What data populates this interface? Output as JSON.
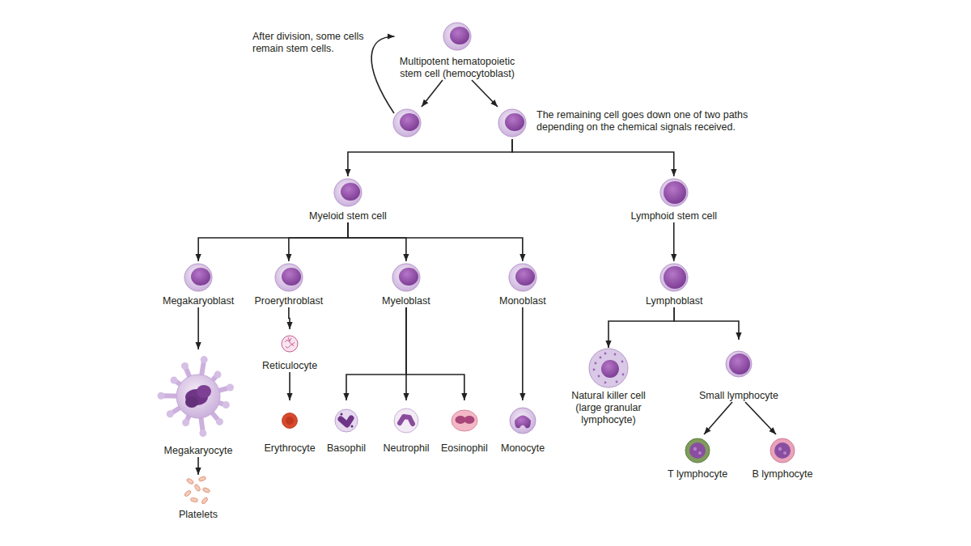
{
  "diagram": {
    "nodes": [
      {
        "text": [
          "Multipotent hematopoietic stem cell (hemocytoblast)"
        ]
      },
      {
        "text": []
      },
      {
        "text": []
      },
      {
        "text": [
          "Myeloid stem cell"
        ]
      },
      {
        "text": [
          "Lymphoid stem cell"
        ]
      },
      {
        "text": [
          "Megakaryoblast"
        ]
      },
      {
        "text": [
          "Proerythroblast"
        ]
      },
      {
        "text": [
          "Myeloblast"
        ]
      },
      {
        "text": [
          "Monoblast"
        ]
      },
      {
        "text": [
          "Lymphoblast"
        ]
      },
      {
        "text": [
          "Reticulocyte"
        ]
      },
      {
        "text": [
          "Natural killer cell (large granular lymphocyte)"
        ]
      },
      {
        "text": [
          "Small lymphocyte"
        ]
      },
      {
        "text": [
          "Megakaryocyte"
        ]
      },
      {
        "text": [
          "Erythrocyte"
        ]
      },
      {
        "text": [
          "Basophil"
        ]
      },
      {
        "text": [
          "Neutrophil"
        ]
      },
      {
        "text": [
          "Eosinophil"
        ]
      },
      {
        "text": [
          "Monocyte"
        ]
      },
      {
        "text": [
          "T lymphocyte"
        ]
      },
      {
        "text": [
          "B lymphocyte"
        ]
      },
      {
        "text": [
          "Platelets"
        ]
      }
    ],
    "edges": [
      {
        "from": 0,
        "to": 1,
        "arrow": "to"
      },
      {
        "from": 0,
        "to": 2,
        "arrow": "to"
      },
      {
        "from": 1,
        "to": 0,
        "arrow": "to"
      },
      {
        "from": 2,
        "to": 3,
        "arrow": "to"
      },
      {
        "from": 2,
        "to": 4,
        "arrow": "to"
      },
      {
        "from": 3,
        "to": 5,
        "arrow": "to"
      },
      {
        "from": 3,
        "to": 6,
        "arrow": "to"
      },
      {
        "from": 3,
        "to": 7,
        "arrow": "to"
      },
      {
        "from": 3,
        "to": 8,
        "arrow": "to"
      },
      {
        "from": 4,
        "to": 9,
        "arrow": "to"
      },
      {
        "from": 5,
        "to": 13,
        "arrow": "to"
      },
      {
        "from": 13,
        "to": 21,
        "arrow": "to"
      },
      {
        "from": 6,
        "to": 10,
        "arrow": "to"
      },
      {
        "from": 10,
        "to": 14,
        "arrow": "to"
      },
      {
        "from": 7,
        "to": 15,
        "arrow": "to"
      },
      {
        "from": 7,
        "to": 16,
        "arrow": "to"
      },
      {
        "from": 7,
        "to": 17,
        "arrow": "to"
      },
      {
        "from": 8,
        "to": 18,
        "arrow": "to"
      },
      {
        "from": 9,
        "to": 11,
        "arrow": "to"
      },
      {
        "from": 9,
        "to": 12,
        "arrow": "to"
      },
      {
        "from": 12,
        "to": 19,
        "arrow": "to"
      },
      {
        "from": 12,
        "to": 20,
        "arrow": "to"
      }
    ],
    "labels": [
      "After division, some cells remain stem cells.",
      "The remaining cell goes down one of two paths depending on the chemical signals received."
    ]
  }
}
